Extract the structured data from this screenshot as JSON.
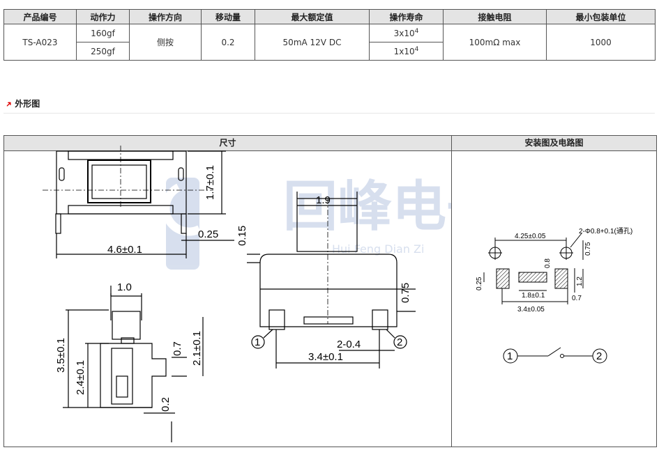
{
  "spec_table": {
    "headers": [
      "产品编号",
      "动作力",
      "操作方向",
      "移动量",
      "最大额定值",
      "操作寿命",
      "接触电阻",
      "最小包装单位"
    ],
    "part_no": "TS-A023",
    "force_1": "160gf",
    "force_2": "250gf",
    "direction": "侧按",
    "travel": "0.2",
    "rating": "50mA 12V DC",
    "life_1_base": "3x10",
    "life_1_exp": "4",
    "life_2_base": "1x10",
    "life_2_exp": "4",
    "resistance": "100mΩ max",
    "min_pack": "1000"
  },
  "section": {
    "title": "外形图"
  },
  "panels": {
    "left_title": "尺寸",
    "right_title": "安装图及电路图"
  },
  "watermark": {
    "text": "回峰电子",
    "sub": "Hui Feng Dian Zi"
  },
  "dimensions": {
    "top_width": "4.6±0.1",
    "top_height": "1.7±0.1",
    "top_pin": "0.25",
    "side_stem": "1.0",
    "side_h1": "3.5±0.1",
    "side_h2": "2.4±0.1",
    "side_h3": "2.1±0.1",
    "side_07": "0.7",
    "side_02": "0.2",
    "front_stem": "1.9",
    "front_015": "0.15",
    "front_075": "0.75",
    "front_pins": "2-0.4",
    "front_width": "3.4±0.1",
    "pin1": "1",
    "pin2": "2"
  },
  "mounting": {
    "w1": "4.25±0.05",
    "holes": "2-Φ0.8+0.1(通孔)",
    "h075": "0.75",
    "h08": "0.8",
    "v025": "0.25",
    "pad": "1.8±0.1",
    "v12": "1.2",
    "v07": "0.7",
    "w2": "3.4±0.05",
    "circ_1": "1",
    "circ_2": "2"
  }
}
